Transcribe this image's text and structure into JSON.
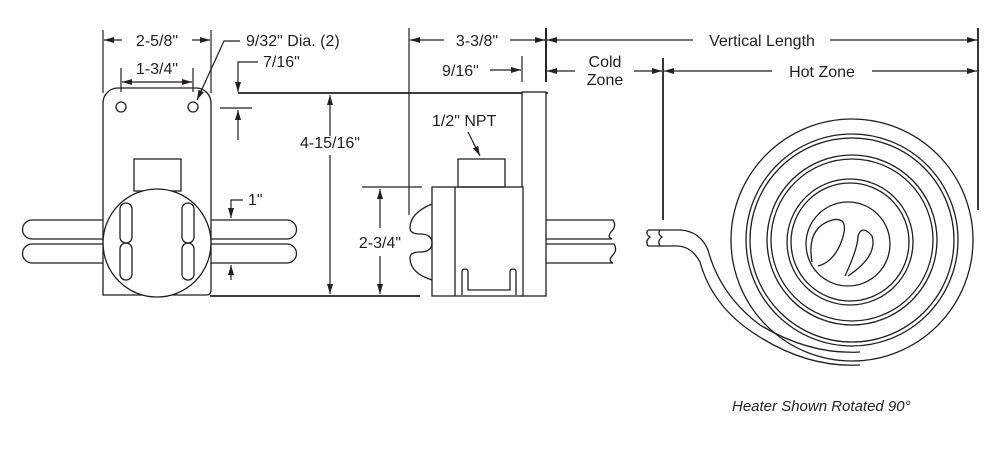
{
  "diagram": {
    "title": "Coiled immersion heater dimensional drawing",
    "front_view": {
      "overall_width": "2-5/8\"",
      "hole_spacing": "1-3/4\"",
      "hole_callout": "9/32\" Dia. (2)",
      "hole_offset": "7/16\"",
      "tube_spacing": "1\""
    },
    "side_view": {
      "overall_height": "4-15/16\"",
      "depth": "3-3/8\"",
      "flange_thickness": "9/16\"",
      "fitting": "1/2\" NPT",
      "housing_height": "2-3/4\""
    },
    "coil_view": {
      "vertical_length": "Vertical Length",
      "cold_zone_line1": "Cold",
      "cold_zone_line2": "Zone",
      "hot_zone": "Hot Zone",
      "caption": "Heater Shown Rotated 90°"
    },
    "colors": {
      "line": "#231f20",
      "background": "#ffffff"
    }
  }
}
